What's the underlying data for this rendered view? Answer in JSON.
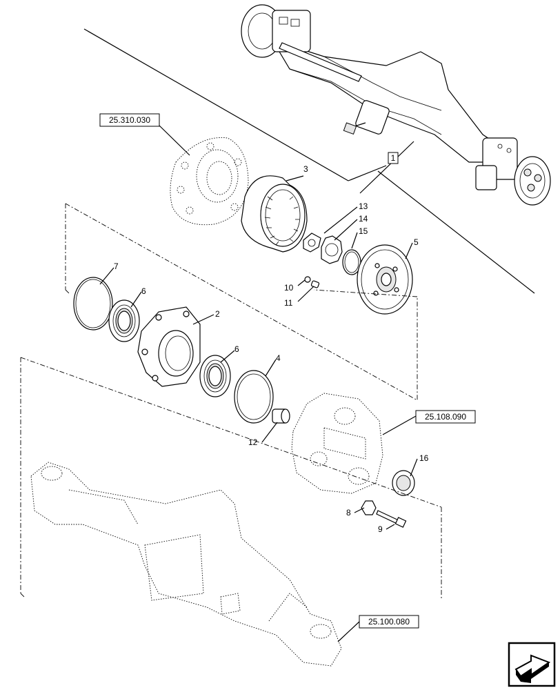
{
  "reference_boxes": {
    "hub_cover": "25.310.030",
    "assembly": "1",
    "carrier_housing": "25.108.090",
    "axle_housing": "25.100.080"
  },
  "callouts": {
    "p2": "2",
    "p3": "3",
    "p4": "4",
    "p5": "5",
    "p6a": "6",
    "p6b": "6",
    "p7": "7",
    "p8": "8",
    "p9": "9",
    "p10": "10",
    "p11": "11",
    "p12": "12",
    "p13": "13",
    "p14": "14",
    "p15": "15",
    "p16": "16"
  },
  "icons": {
    "navigation": "next-page-arrow-icon"
  }
}
